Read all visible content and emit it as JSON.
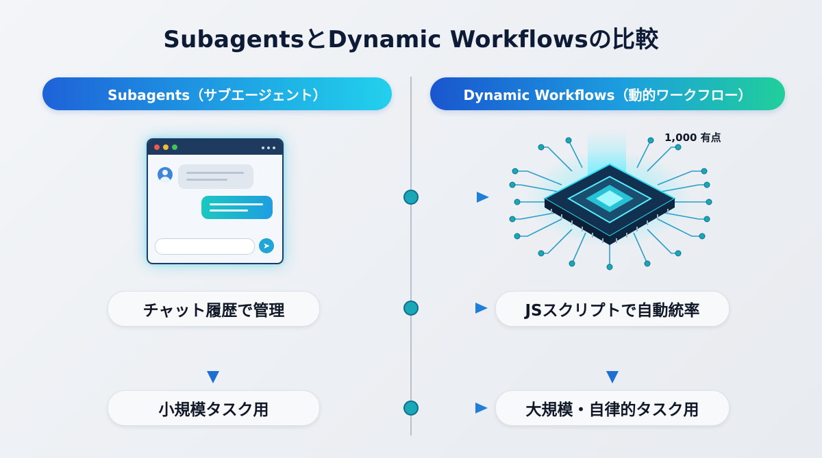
{
  "title": "SubagentsとDynamic Workflowsの比較",
  "left": {
    "header": "Subagents（サブエージェント）",
    "step1": "チャット履歴で管理",
    "step2": "小規模タスク用"
  },
  "right": {
    "header": "Dynamic Workflows（動的ワークフロー）",
    "step1": "JSスクリプトで自動統率",
    "step2": "大規模・自律的タスク用",
    "annotation": "1,000 有点"
  },
  "colors": {
    "accent_blue": "#1e62d8",
    "accent_cyan": "#22d0ec",
    "accent_green": "#20cf9a",
    "connector": "#1f8fd6"
  },
  "icons": {
    "left_illustration": "chat-window-icon",
    "right_illustration": "cpu-chip-icon",
    "send": "send-arrow-icon"
  }
}
